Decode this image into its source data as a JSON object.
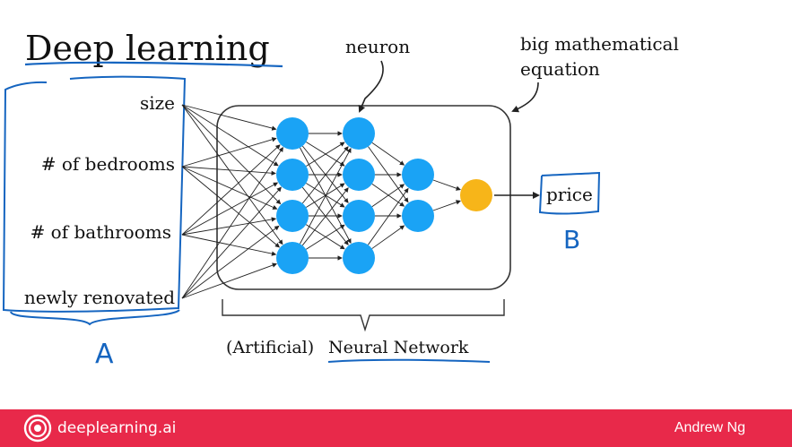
{
  "slide": {
    "title": "Deep learning",
    "inputs": [
      "size",
      "# of bedrooms",
      "# of bathrooms",
      "newly renovated"
    ],
    "annotations": {
      "neuron": "neuron",
      "equation_line1": "big mathematical",
      "equation_line2": "equation",
      "output": "price",
      "network_prefix": "(Artificial)",
      "network_name": "Neural Network",
      "input_letter": "A",
      "output_letter": "B"
    },
    "network": {
      "layers": [
        4,
        4,
        2,
        1
      ]
    }
  },
  "colors": {
    "neuron": "#1aa3f5",
    "output_neuron": "#f7b519",
    "ink": "#1565c0",
    "footer": "#e8294a"
  },
  "footer": {
    "brand": "deeplearning.ai",
    "author": "Andrew Ng"
  }
}
